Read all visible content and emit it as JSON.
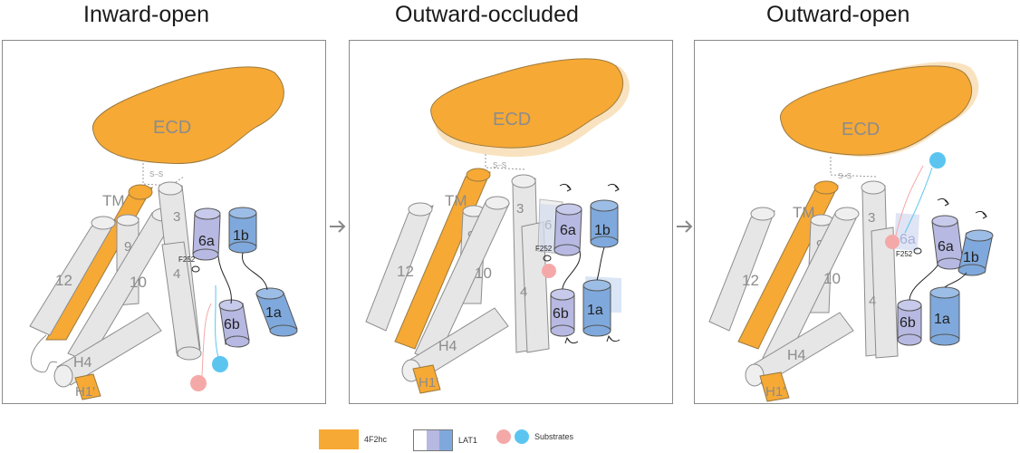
{
  "titles": {
    "inward_open": "Inward-open",
    "outward_occluded": "Outward-occluded",
    "outward_open": "Outward-open"
  },
  "labels": {
    "ecd": "ECD",
    "tm": "TM",
    "ss": "S–S",
    "helix_12": "12",
    "helix_10": "10",
    "helix_9": "9",
    "helix_3": "3",
    "helix_4": "4",
    "helix_6": "6",
    "h4": "H4",
    "h1prime": "H1′",
    "h6a": "6a",
    "h6b": "6b",
    "h1a": "1a",
    "h1b": "1b",
    "f252": "F252"
  },
  "legend": {
    "heavy_chain": "4F2hc",
    "lat1": "LAT1",
    "substrates": "Substrates"
  },
  "colors": {
    "orange": "#F6A935",
    "grey_helix": "#E6E6E6",
    "lavender": "#B7B9E2",
    "blue": "#7FA9DC",
    "pink": "#F4A9A8",
    "cyan": "#5BC5F0",
    "outline": "#8C8C8C"
  }
}
